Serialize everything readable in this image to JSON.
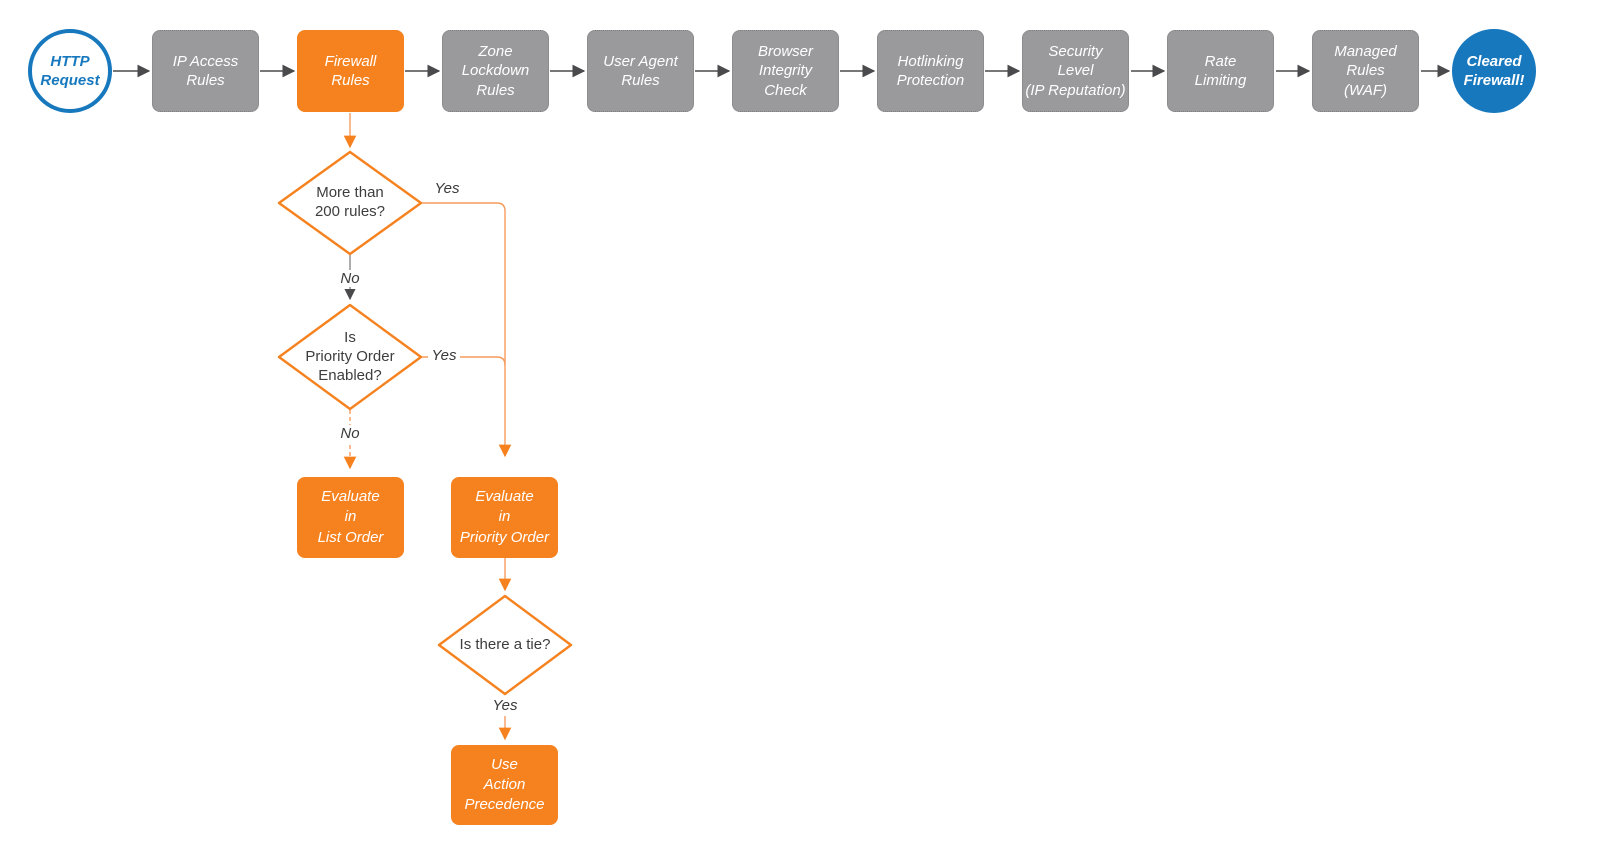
{
  "colors": {
    "accent_orange": "#f6821f",
    "connector_light_orange": "#f79b5d",
    "node_gray": "#9a9a9c",
    "connector_gray": "#4a4a4c",
    "brand_blue": "#1778be"
  },
  "flow": {
    "start": "HTTP\nRequest",
    "stages": [
      {
        "id": "ip-access-rules",
        "label": "IP Access\nRules"
      },
      {
        "id": "firewall-rules",
        "label": "Firewall\nRules",
        "highlight": true
      },
      {
        "id": "zone-lockdown-rules",
        "label": "Zone\nLockdown\nRules"
      },
      {
        "id": "user-agent-rules",
        "label": "User Agent\nRules"
      },
      {
        "id": "browser-integrity-check",
        "label": "Browser\nIntegrity\nCheck"
      },
      {
        "id": "hotlinking-protection",
        "label": "Hotlinking\nProtection"
      },
      {
        "id": "security-level",
        "label": "Security\nLevel\n(IP Reputation)"
      },
      {
        "id": "rate-limiting",
        "label": "Rate\nLimiting"
      },
      {
        "id": "managed-rules-waf",
        "label": "Managed\nRules\n(WAF)"
      }
    ],
    "end": "Cleared\nFirewall!"
  },
  "decisions": {
    "more_than_200": "More than\n200 rules?",
    "priority_enabled": "Is\nPriority Order\nEnabled?",
    "tie": "Is there a tie?"
  },
  "actions": {
    "list_order": "Evaluate\nin\nList Order",
    "priority_order": "Evaluate\nin\nPriority Order",
    "action_precedence": "Use\nAction\nPrecedence"
  },
  "edges": {
    "yes1": "Yes",
    "no1": "No",
    "yes2": "Yes",
    "no2": "No",
    "yes3": "Yes"
  }
}
